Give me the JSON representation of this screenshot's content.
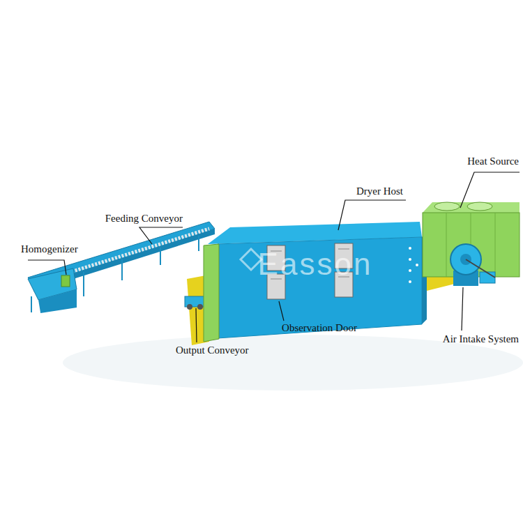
{
  "diagram": {
    "labels": [
      "Heat Source",
      "Dryer Host",
      "Feeding Conveyor",
      "Homogenizer",
      "Observation Door",
      "Output Conveyor",
      "Air Intake System",
      "Easson"
    ]
  }
}
